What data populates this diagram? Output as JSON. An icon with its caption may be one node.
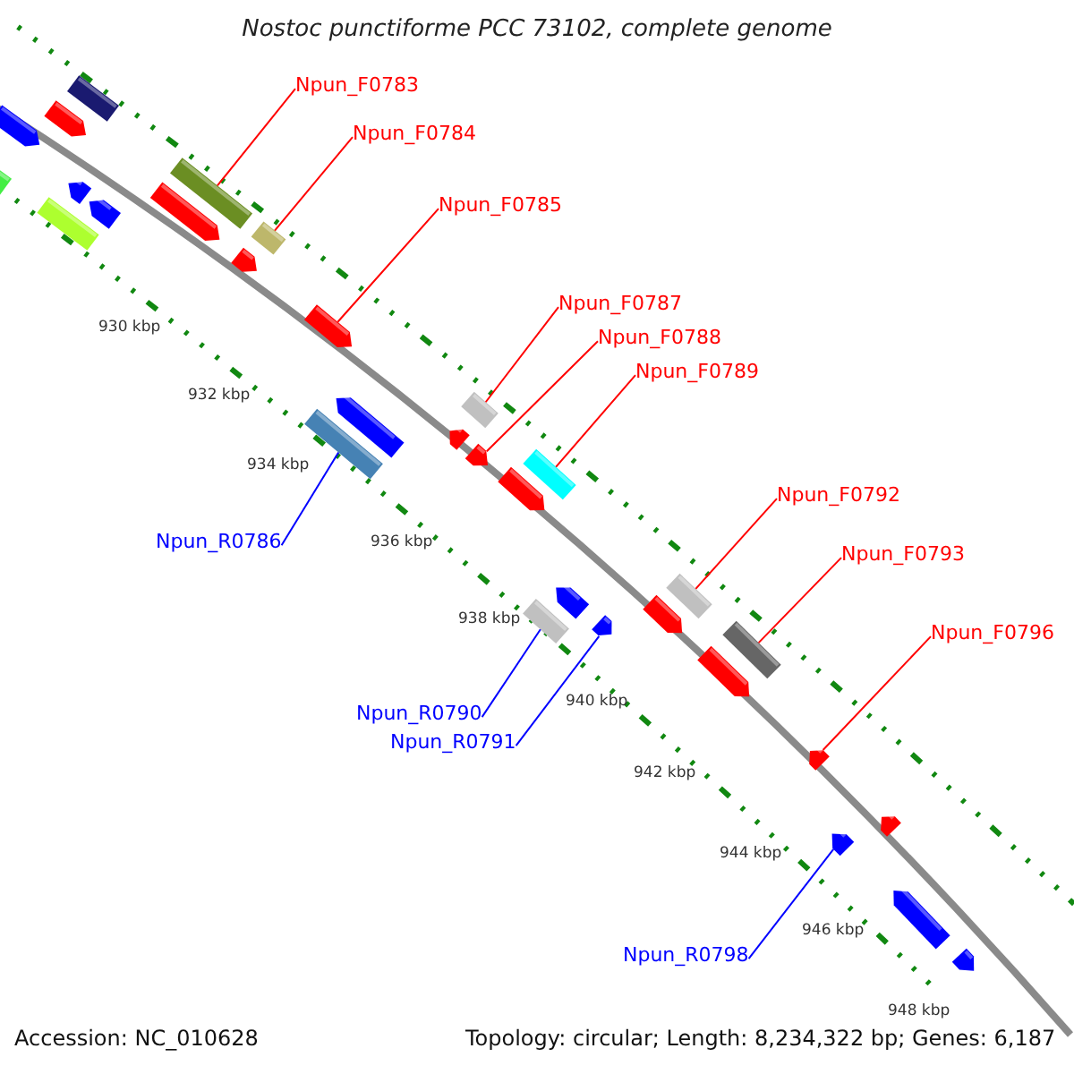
{
  "diagram": {
    "title": "Nostoc punctiforme PCC 73102, complete genome",
    "nodes": [
      {
        "text": [
          "Npun_F0783"
        ]
      },
      {
        "text": [
          "Npun_F0784"
        ]
      },
      {
        "text": [
          "Npun_F0785"
        ]
      },
      {
        "text": [
          "Npun_F0787"
        ]
      },
      {
        "text": [
          "Npun_F0788"
        ]
      },
      {
        "text": [
          "Npun_F0789"
        ]
      },
      {
        "text": [
          "Npun_R0786"
        ]
      },
      {
        "text": [
          "Npun_F0792"
        ]
      },
      {
        "text": [
          "Npun_F0793"
        ]
      },
      {
        "text": [
          "Npun_F0796"
        ]
      },
      {
        "text": [
          "Npun_R0790"
        ]
      },
      {
        "text": [
          "Npun_R0791"
        ]
      },
      {
        "text": [
          "Npun_R0798"
        ]
      },
      {
        "text": [],
        "shape": "box"
      },
      {
        "text": [],
        "shape": "pentagon"
      },
      {
        "text": [],
        "shape": "pentagon"
      },
      {
        "text": [],
        "shape": "box"
      },
      {
        "text": [],
        "shape": "pentagon"
      },
      {
        "text": [],
        "shape": "box"
      },
      {
        "text": [],
        "shape": "pentagon"
      },
      {
        "text": [],
        "shape": "pentagon"
      },
      {
        "text": [],
        "shape": "box"
      },
      {
        "text": [],
        "shape": "pentagon"
      },
      {
        "text": [],
        "shape": "box"
      },
      {
        "text": [],
        "shape": "pentagon"
      },
      {
        "text": [],
        "shape": "box"
      },
      {
        "text": [],
        "shape": "pentagon"
      },
      {
        "text": [],
        "shape": "pentagon"
      },
      {
        "text": [],
        "shape": "box"
      },
      {
        "text": [],
        "shape": "pentagon"
      },
      {
        "text": [],
        "shape": "pentagon"
      },
      {
        "text": [],
        "shape": "box"
      },
      {
        "text": [],
        "shape": "box"
      },
      {
        "text": [],
        "shape": "pentagon"
      },
      {
        "text": [],
        "shape": "pentagon"
      },
      {
        "text": [],
        "shape": "pentagon"
      },
      {
        "text": [],
        "shape": "box"
      },
      {
        "text": [],
        "shape": "pentagon"
      },
      {
        "text": [],
        "shape": "box"
      },
      {
        "text": [],
        "shape": "pentagon"
      },
      {
        "text": [],
        "shape": "pentagon"
      },
      {
        "text": [],
        "shape": "pentagon"
      },
      {
        "text": [],
        "shape": "pentagon"
      },
      {
        "text": [],
        "shape": "pentagon"
      }
    ],
    "edges": [
      {
        "from": 0,
        "to": 21,
        "arrow": "none"
      },
      {
        "from": 1,
        "to": 23,
        "arrow": "none"
      },
      {
        "from": 2,
        "to": 24,
        "arrow": "none"
      },
      {
        "from": 3,
        "to": 28,
        "arrow": "none"
      },
      {
        "from": 4,
        "to": 29,
        "arrow": "none"
      },
      {
        "from": 5,
        "to": 32,
        "arrow": "none"
      },
      {
        "from": 6,
        "to": 25,
        "arrow": "none",
        "color": "#0000ff"
      },
      {
        "from": 7,
        "to": 36,
        "arrow": "none"
      },
      {
        "from": 8,
        "to": 38,
        "arrow": "none"
      },
      {
        "from": 9,
        "to": 39,
        "arrow": "none"
      },
      {
        "from": 10,
        "to": 31,
        "arrow": "none",
        "color": "#0000ff"
      },
      {
        "from": 11,
        "to": 34,
        "arrow": "none",
        "color": "#0000ff"
      },
      {
        "from": 12,
        "to": 40,
        "arrow": "none",
        "color": "#0000ff"
      }
    ],
    "labels": [
      "930 kbp",
      "932 kbp",
      "934 kbp",
      "936 kbp",
      "938 kbp",
      "940 kbp",
      "942 kbp",
      "944 kbp",
      "946 kbp",
      "948 kbp",
      "Accession: NC_010628",
      "Topology: circular; Length: 8,234,322 bp; Genes: 6,187"
    ]
  }
}
